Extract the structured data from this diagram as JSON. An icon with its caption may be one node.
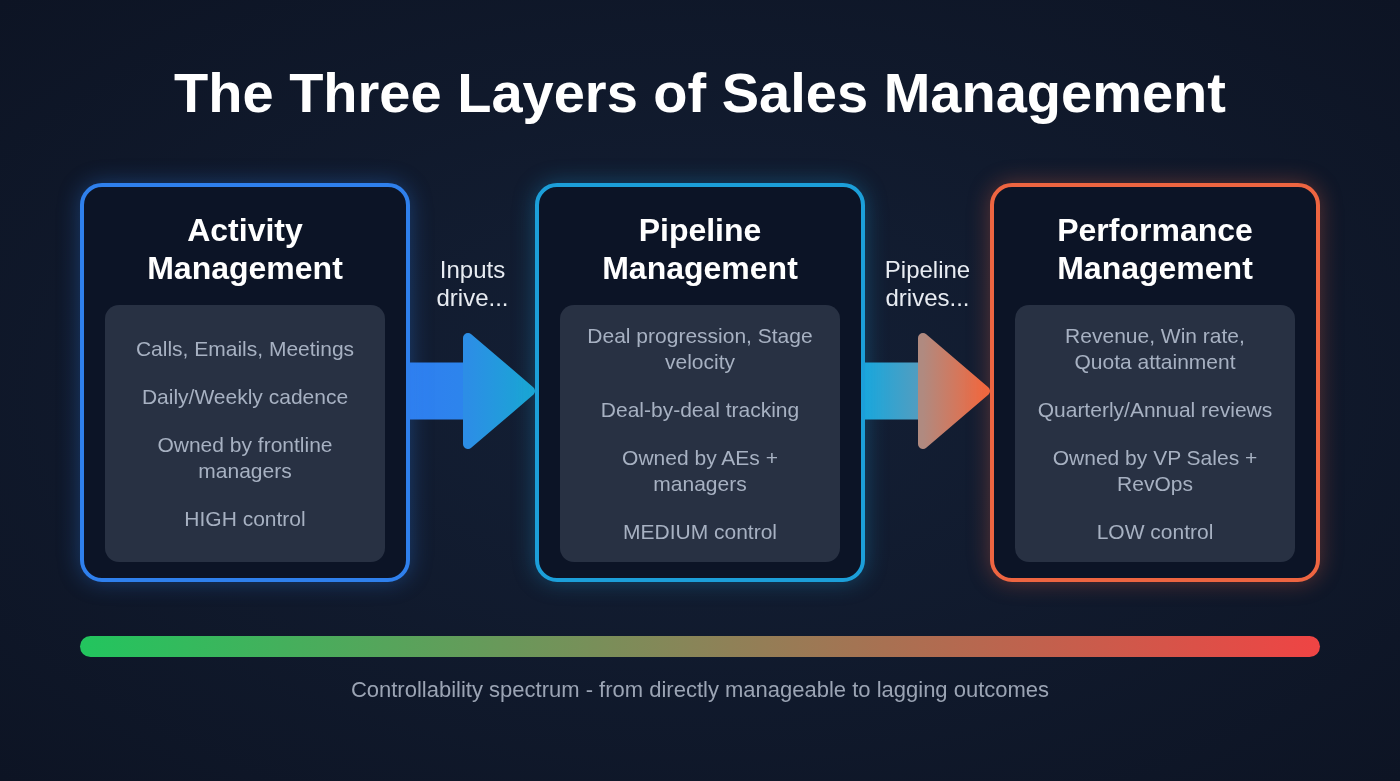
{
  "diagram": {
    "title": "The Three Layers of Sales Management",
    "nodes": [
      {
        "text": [
          "Activity Management"
        ]
      },
      {
        "text": [
          "Calls, Emails, Meetings",
          "Daily/Weekly cadence",
          "Owned by frontline managers",
          "HIGH control"
        ],
        "in": 0
      },
      {
        "text": [
          "Pipeline Management"
        ]
      },
      {
        "text": [
          "Deal progression, Stage velocity",
          "Deal-by-deal tracking",
          "Owned by AEs + managers",
          "MEDIUM control"
        ],
        "in": 2
      },
      {
        "text": [
          "Performance Management"
        ]
      },
      {
        "text": [
          "Revenue, Win rate, Quota attainment",
          "Quarterly/Annual reviews",
          "Owned by VP Sales + RevOps",
          "LOW control"
        ],
        "in": 4
      },
      {
        "text": [],
        "shape": "bar",
        "beside": [
          "Controllability spectrum - from directly manageable to lagging outcomes"
        ]
      }
    ],
    "edges": [
      {
        "from": 0,
        "to": 2,
        "arrow": "to",
        "label": "Inputs drive..."
      },
      {
        "from": 2,
        "to": 4,
        "arrow": "to",
        "label": "Pipeline drives..."
      }
    ]
  }
}
